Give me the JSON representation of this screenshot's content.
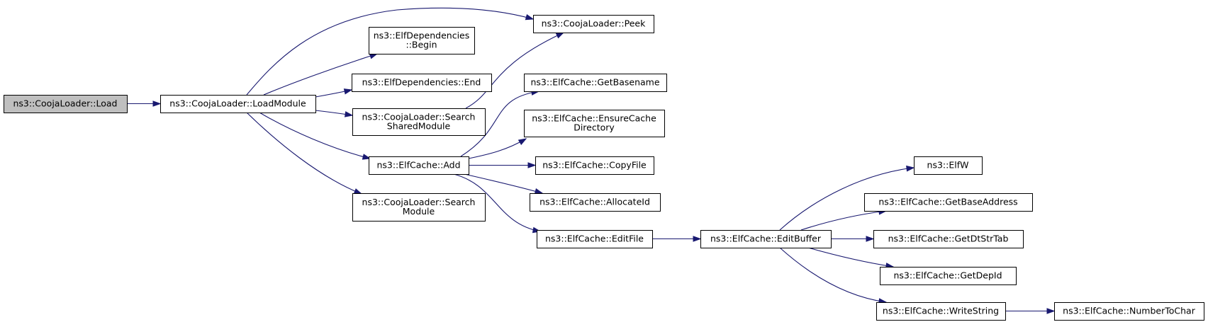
{
  "nodes": [
    {
      "id": "load",
      "lines": [
        "ns3::CoojaLoader::Load"
      ],
      "root": true
    },
    {
      "id": "loadmodule",
      "lines": [
        "ns3::CoojaLoader::LoadModule"
      ]
    },
    {
      "id": "peek",
      "lines": [
        "ns3::CoojaLoader::Peek"
      ]
    },
    {
      "id": "depbegin",
      "lines": [
        "ns3::ElfDependencies",
        "::Begin"
      ]
    },
    {
      "id": "depend",
      "lines": [
        "ns3::ElfDependencies::End"
      ]
    },
    {
      "id": "searchshared",
      "lines": [
        "ns3::CoojaLoader::Search",
        "SharedModule"
      ]
    },
    {
      "id": "add",
      "lines": [
        "ns3::ElfCache::Add"
      ]
    },
    {
      "id": "searchmodule",
      "lines": [
        "ns3::CoojaLoader::Search",
        "Module"
      ]
    },
    {
      "id": "getbasename",
      "lines": [
        "ns3::ElfCache::GetBasename"
      ]
    },
    {
      "id": "ensurecache",
      "lines": [
        "ns3::ElfCache::EnsureCache",
        "Directory"
      ]
    },
    {
      "id": "copyfile",
      "lines": [
        "ns3::ElfCache::CopyFile"
      ]
    },
    {
      "id": "allocateid",
      "lines": [
        "ns3::ElfCache::AllocateId"
      ]
    },
    {
      "id": "editfile",
      "lines": [
        "ns3::ElfCache::EditFile"
      ]
    },
    {
      "id": "editbuffer",
      "lines": [
        "ns3::ElfCache::EditBuffer"
      ]
    },
    {
      "id": "elfw",
      "lines": [
        "ns3::ElfW"
      ]
    },
    {
      "id": "getbaseaddress",
      "lines": [
        "ns3::ElfCache::GetBaseAddress"
      ]
    },
    {
      "id": "getdtstrtab",
      "lines": [
        "ns3::ElfCache::GetDtStrTab"
      ]
    },
    {
      "id": "getdepid",
      "lines": [
        "ns3::ElfCache::GetDepId"
      ]
    },
    {
      "id": "writestring",
      "lines": [
        "ns3::ElfCache::WriteString"
      ]
    },
    {
      "id": "numbertochar",
      "lines": [
        "ns3::ElfCache::NumberToChar"
      ]
    }
  ],
  "edges": [
    {
      "from": "load",
      "to": "loadmodule"
    },
    {
      "from": "loadmodule",
      "to": "peek"
    },
    {
      "from": "loadmodule",
      "to": "depbegin"
    },
    {
      "from": "loadmodule",
      "to": "depend"
    },
    {
      "from": "loadmodule",
      "to": "searchshared"
    },
    {
      "from": "loadmodule",
      "to": "add"
    },
    {
      "from": "loadmodule",
      "to": "searchmodule"
    },
    {
      "from": "searchshared",
      "to": "peek"
    },
    {
      "from": "add",
      "to": "getbasename"
    },
    {
      "from": "add",
      "to": "ensurecache"
    },
    {
      "from": "add",
      "to": "copyfile"
    },
    {
      "from": "add",
      "to": "allocateid"
    },
    {
      "from": "add",
      "to": "editfile"
    },
    {
      "from": "editfile",
      "to": "editbuffer"
    },
    {
      "from": "editbuffer",
      "to": "elfw"
    },
    {
      "from": "editbuffer",
      "to": "getbaseaddress"
    },
    {
      "from": "editbuffer",
      "to": "getdtstrtab"
    },
    {
      "from": "editbuffer",
      "to": "getdepid"
    },
    {
      "from": "editbuffer",
      "to": "writestring"
    },
    {
      "from": "writestring",
      "to": "numbertochar"
    }
  ],
  "colors": {
    "edge": "#191970",
    "root_fill": "#bfbfbf",
    "node_fill": "#ffffff",
    "node_stroke": "#000000"
  }
}
